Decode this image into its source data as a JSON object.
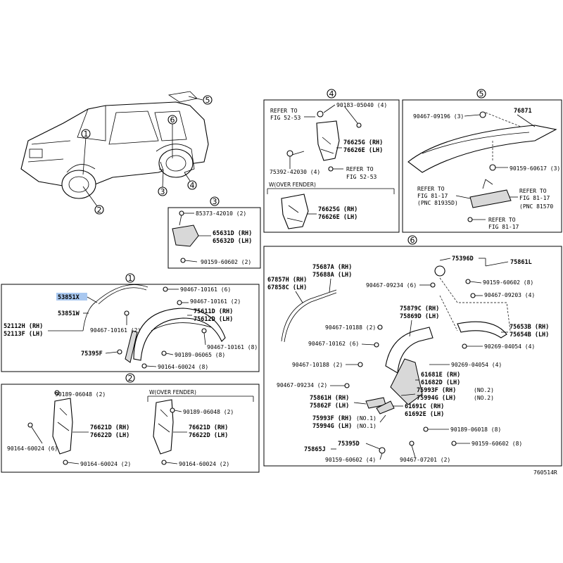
{
  "figure_code": "760514R",
  "overview": {
    "callouts": [
      "1",
      "2",
      "3",
      "4",
      "5",
      "6"
    ]
  },
  "section1": {
    "num": "1",
    "labels": {
      "p53851x": "53851X",
      "p53851w": "53851W",
      "p52112h": "52112H (RH)",
      "p52113f": "52113F (LH)",
      "p90467_10161_6": "90467-10161 (6)",
      "p90467_10161_2a": "90467-10161 (2)",
      "p75611d": "75611D (RH)",
      "p75612d": "75612D (LH)",
      "p90467_10161_2b": "90467-10161 (2)",
      "p90467_10161_8": "90467-10161 (8)",
      "p75395f": "75395F",
      "p90189_06065": "90189-06065 (8)",
      "p90164_60024": "90164-60024 (8)"
    }
  },
  "section2": {
    "num": "2",
    "w_label": "W(OVER FENDER)",
    "left": {
      "p90189_06048": "90189-06048 (2)",
      "p76621d": "76621D (RH)",
      "p76622d": "76622D (LH)",
      "p90164_60024_6": "90164-60024 (6)",
      "p90164_60024_2": "90164-60024 (2)"
    },
    "right": {
      "p90189_06048": "90189-06048 (2)",
      "p76621d": "76621D (RH)",
      "p76622d": "76622D (LH)",
      "p90164_60024_2": "90164-60024 (2)"
    }
  },
  "section3": {
    "num": "3",
    "p85373": "85373-42010 (2)",
    "p65631d": "65631D (RH)",
    "p65632d": "65632D (LH)",
    "p90159": "90159-60602 (2)"
  },
  "section4": {
    "num": "4",
    "refer1a": "REFER TO",
    "refer1b": "FIG 52-53",
    "p90183": "90183-05040 (4)",
    "p76625g": "76625G (RH)",
    "p76626e": "76626E (LH)",
    "p75392": "75392-42030 (4)",
    "refer2a": "REFER TO",
    "refer2b": "FIG 52-53",
    "w_label": "W(OVER FENDER)",
    "p76625g_b": "76625G (RH)",
    "p76626e_b": "76626E (LH)"
  },
  "section5": {
    "num": "5",
    "p90467_09196": "90467-09196 (3)",
    "p76871": "76871",
    "p90159_60617": "90159-60617 (3)",
    "refer1a": "REFER TO",
    "refer1b": "FIG 81-17",
    "refer1c": "(PNC 81935D)",
    "refer2a": "REFER TO",
    "refer2b": "FIG 81-17",
    "refer2c": "(PNC 81570",
    "refer3a": "REFER TO",
    "refer3b": "FIG 81-17"
  },
  "section6": {
    "num": "6",
    "p75396d": "75396D",
    "p75861l": "75861L",
    "p67857h": "67857H (RH)",
    "p67858c": "67858C (LH)",
    "p75687a": "75687A (RH)",
    "p75688a": "75688A (LH)",
    "p90467_09234_6": "90467-09234 (6)",
    "p90159_60602_8": "90159-60602 (8)",
    "p90467_09203_4": "90467-09203 (4)",
    "p75879c": "75879C (RH)",
    "p75869d": "75869D (LH)",
    "p90467_10188_2a": "90467-10188 (2)",
    "p75653b": "75653B (RH)",
    "p75654b": "75654B (LH)",
    "p90467_10162_6": "90467-10162 (6)",
    "p90269_04054_4a": "90269-04054 (4)",
    "p90467_10188_2b": "90467-10188 (2)",
    "p90269_04054_4b": "90269-04054 (4)",
    "p61681e": "61681E (RH)",
    "p61682d": "61682D (LH)",
    "p90467_09234_2": "90467-09234 (2)",
    "p75993f_a": "75993F (RH)",
    "p75994g_a": "75994G (LH)",
    "no2a": "(NO.2)",
    "no2b": "(NO.2)",
    "p75861h": "75861H (RH)",
    "p75862f": "75862F (LH)",
    "p61691c": "61691C (RH)",
    "p61692e": "61692E (LH)",
    "p75993f_b": "75993F (RH)",
    "p75994g_b": "75994G (LH)",
    "no1a": "(NO.1)",
    "no1b": "(NO.1)",
    "p90189_06018": "90189-06018 (8)",
    "p75865j": "75865J",
    "p75395d": "75395D",
    "p90159_60602_8b": "90159-60602 (8)",
    "p90159_60602_4": "90159-60602 (4)",
    "p90467_07201": "90467-07201 (2)"
  }
}
